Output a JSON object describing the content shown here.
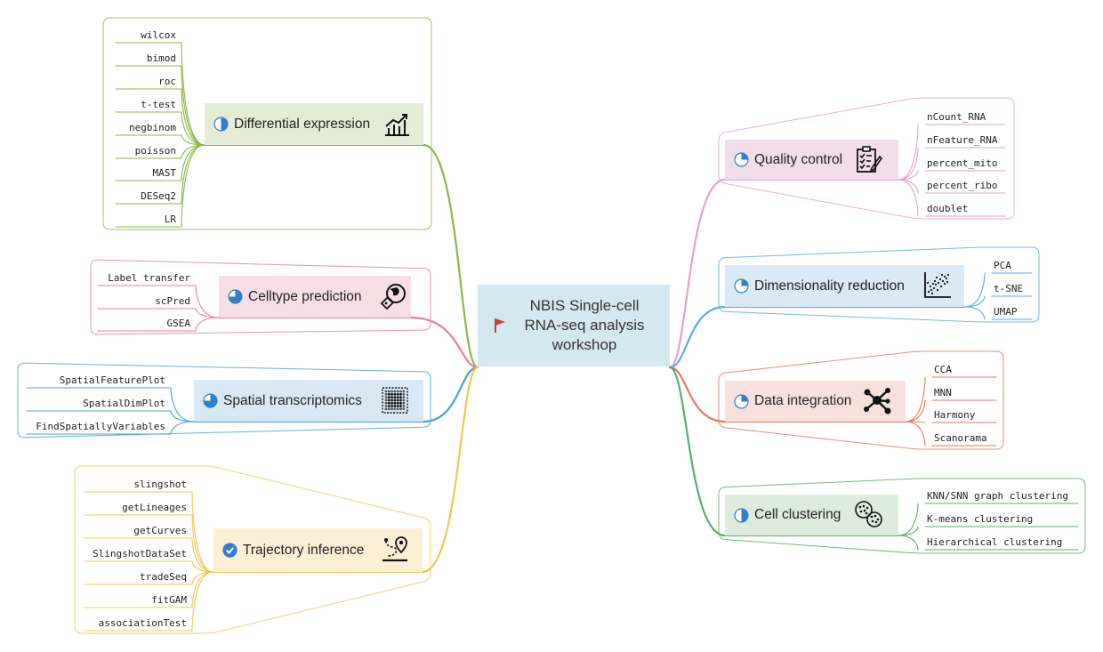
{
  "root": {
    "title": "NBIS Single-cell RNA-seq analysis workshop",
    "flag_color": "#d9383a"
  },
  "branches": [
    {
      "id": "de",
      "label": "Differential expression",
      "icon": "chart-growth-icon",
      "progress": 0.5,
      "color": "#8fb54a",
      "box_color": "#e4ecd5",
      "side": "left",
      "children": [
        "wilcox",
        "bimod",
        "roc",
        "t-test",
        "negbinom",
        "poisson",
        "MAST",
        "DESeq2",
        "LR"
      ]
    },
    {
      "id": "ct",
      "label": "Celltype prediction",
      "icon": "globe-tag-icon",
      "progress": 0.75,
      "color": "#e07fa6",
      "box_color": "#f8dfe6",
      "side": "left",
      "children": [
        "Label transfer",
        "scPred",
        "GSEA"
      ]
    },
    {
      "id": "st",
      "label": "Spatial transcriptomics",
      "icon": "grid-spots-icon",
      "progress": 0.75,
      "color": "#4aa3cf",
      "box_color": "#d8e9f5",
      "side": "left",
      "children": [
        "SpatialFeaturePlot",
        "SpatialDimPlot",
        "FindSpatiallyVariables"
      ]
    },
    {
      "id": "ti",
      "label": "Trajectory inference",
      "icon": "route-pin-icon",
      "progress": 1,
      "color": "#f0c84d",
      "box_color": "#fdefd3",
      "side": "left",
      "children": [
        "slingshot",
        "getLineages",
        "getCurves",
        "SlingshotDataSet",
        "tradeSeq",
        "fitGAM",
        "associationTest"
      ]
    },
    {
      "id": "qc",
      "label": "Quality control",
      "icon": "checklist-icon",
      "progress": 0.25,
      "color": "#e4a2c9",
      "box_color": "#f3ddea",
      "side": "right",
      "children": [
        "nCount_RNA",
        "nFeature_RNA",
        "percent_mito",
        "percent_ribo",
        "doublet"
      ]
    },
    {
      "id": "dr",
      "label": "Dimensionality reduction",
      "icon": "scatter-plot-icon",
      "progress": 0.25,
      "color": "#5aaed8",
      "box_color": "#d9e9f6",
      "side": "right",
      "children": [
        "PCA",
        "t-SNE",
        "UMAP"
      ]
    },
    {
      "id": "di",
      "label": "Data integration",
      "icon": "network-nodes-icon",
      "progress": 0.25,
      "color": "#e07a5f",
      "box_color": "#f8e1dc",
      "side": "right",
      "children": [
        "CCA",
        "MNN",
        "Harmony",
        "Scanorama"
      ]
    },
    {
      "id": "cc",
      "label": "Cell clustering",
      "icon": "cell-clusters-icon",
      "progress": 0.5,
      "color": "#5aad6a",
      "box_color": "#ddecdd",
      "side": "right",
      "children": [
        "KNN/SNN graph clustering",
        "K-means clustering",
        "Hierarchical clustering"
      ]
    }
  ]
}
